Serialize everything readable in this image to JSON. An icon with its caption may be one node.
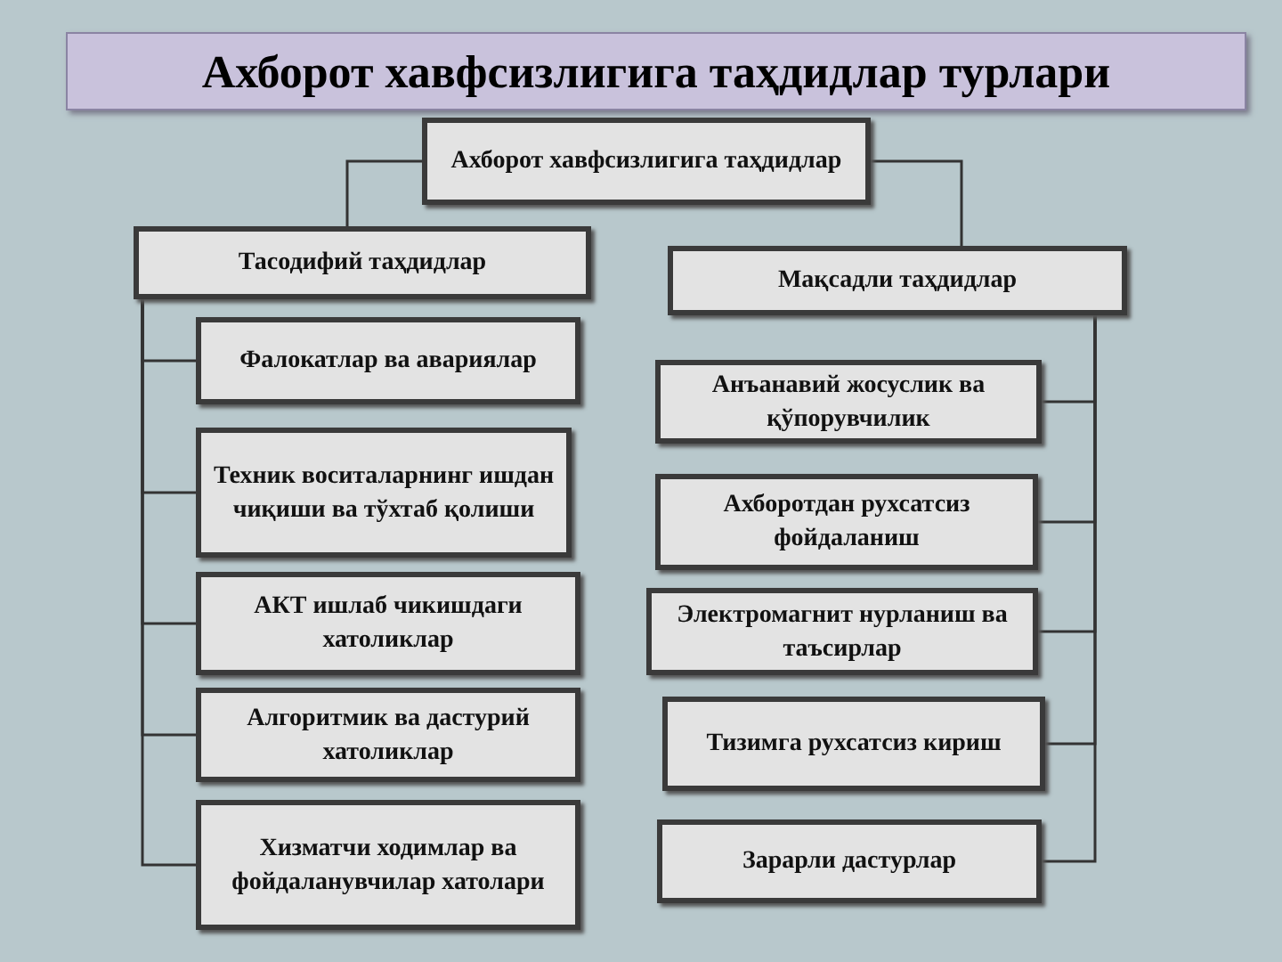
{
  "diagram": {
    "title": "Ахборот хавфсизлигига таҳдидлар турлари",
    "nodes": [
      {
        "text": [
          "Ахборот хавфсизлигига таҳдидлар"
        ]
      },
      {
        "text": [
          "Тасодифий таҳдидлар"
        ]
      },
      {
        "text": [
          "Мақсадли таҳдидлар"
        ]
      },
      {
        "text": [
          "Фалокатлар ва авариялар"
        ]
      },
      {
        "text": [
          "Техник воситаларнинг ишдан чиқиши ва тўхтаб қолиши"
        ]
      },
      {
        "text": [
          "АКТ ишлаб чикишдаги хатоликлар"
        ]
      },
      {
        "text": [
          "Алгоритмик ва дастурий хатоликлар"
        ]
      },
      {
        "text": [
          "Хизматчи ходимлар ва фойдаланувчилар хатолари"
        ]
      },
      {
        "text": [
          "Анъанавий жосуслик ва қўпорувчилик"
        ]
      },
      {
        "text": [
          "Ахборотдан рухсатсиз фойдаланиш"
        ]
      },
      {
        "text": [
          "Электромагнит нурланиш ва таъсирлар"
        ]
      },
      {
        "text": [
          "Тизимга рухсатсиз кириш"
        ]
      },
      {
        "text": [
          "Зарарли дастурлар"
        ]
      }
    ],
    "edges": [
      {
        "from": 0,
        "to": 1,
        "arrow": "none"
      },
      {
        "from": 0,
        "to": 2,
        "arrow": "none"
      },
      {
        "from": 1,
        "to": 3,
        "arrow": "none"
      },
      {
        "from": 1,
        "to": 4,
        "arrow": "none"
      },
      {
        "from": 1,
        "to": 5,
        "arrow": "none"
      },
      {
        "from": 1,
        "to": 6,
        "arrow": "none"
      },
      {
        "from": 1,
        "to": 7,
        "arrow": "none"
      },
      {
        "from": 2,
        "to": 8,
        "arrow": "none"
      },
      {
        "from": 2,
        "to": 9,
        "arrow": "none"
      },
      {
        "from": 2,
        "to": 10,
        "arrow": "none"
      },
      {
        "from": 2,
        "to": 11,
        "arrow": "none"
      },
      {
        "from": 2,
        "to": 12,
        "arrow": "none"
      }
    ]
  }
}
